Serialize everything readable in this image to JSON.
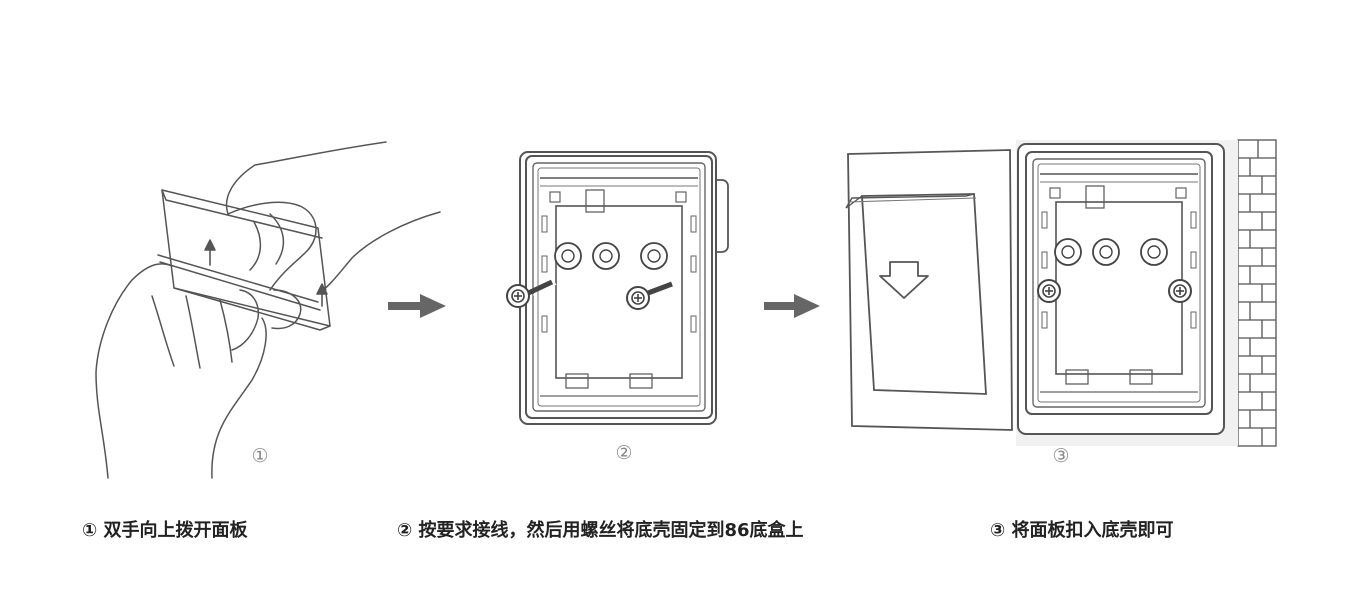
{
  "steps": [
    {
      "marker": "①",
      "caption": "① 双手向上拨开面板"
    },
    {
      "marker": "②",
      "caption": "② 按要求接线，然后用螺丝将底壳固定到86底盒上"
    },
    {
      "marker": "③",
      "caption": "③ 将面板扣入底壳即可"
    }
  ],
  "colors": {
    "line": "#555555",
    "arrow": "#666666",
    "text": "#222222"
  },
  "icons": [
    "hands-icon",
    "arrow-right-icon",
    "screw-icon",
    "arrow-down-icon",
    "brick-wall-icon"
  ]
}
